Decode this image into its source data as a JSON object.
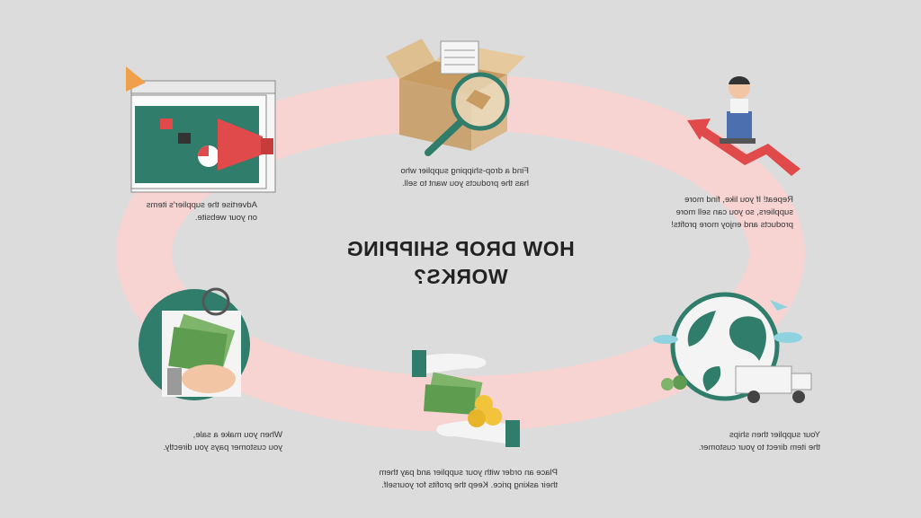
{
  "title": {
    "line1": "HOW DROP SHIPPING",
    "line2": "WORKS?"
  },
  "steps": [
    {
      "icon": "box-magnifier-icon",
      "lines": [
        "Find a drop-shipping supplier who",
        "has the products you want to sell."
      ]
    },
    {
      "icon": "browser-megaphone-icon",
      "lines": [
        "Advertise the supplier's items",
        "on your website."
      ]
    },
    {
      "icon": "bag-money-icon",
      "lines": [
        "When you make a sale,",
        "you customer pays you directly."
      ]
    },
    {
      "icon": "hands-money-icon",
      "lines": [
        "Place an order with your supplier and pay them",
        "their asking price. Keep the profits for yourself."
      ]
    },
    {
      "icon": "globe-truck-icon",
      "lines": [
        "Your supplier then ships",
        "the item direct to your customer."
      ]
    },
    {
      "icon": "businessman-arrow-icon",
      "lines": [
        "Repeat! If you like, find more",
        "suppliers, so you can sell more",
        "products and enjoy more profits!"
      ]
    }
  ],
  "colors": {
    "background": "#dcdcdc",
    "ring": "#f7d3d2",
    "teal": "#2f7d6a",
    "red": "#e04a4a",
    "cardboard": "#d9b98c"
  }
}
